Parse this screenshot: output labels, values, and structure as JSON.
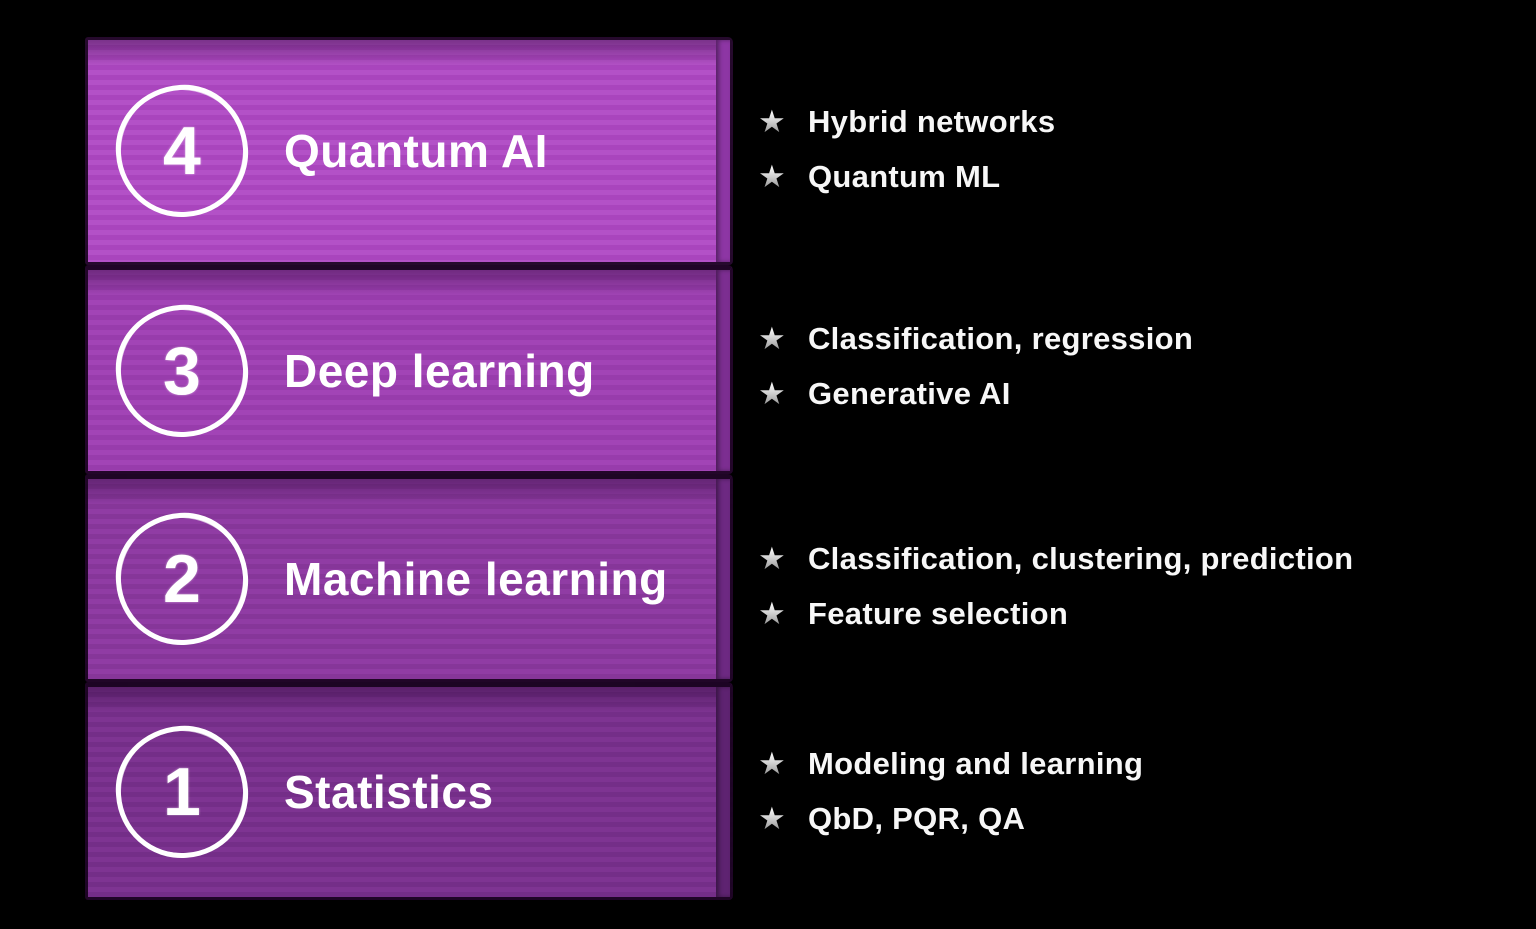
{
  "slide": {
    "background_color": "#000000",
    "text_color": "#ffffff",
    "bullet_glyph": "★",
    "star_color": "#d9d9d9",
    "tiers": [
      {
        "number": "4",
        "title": "Quantum AI",
        "bullets": [
          "Hybrid networks",
          "Quantum ML"
        ],
        "face_color": "#b351c7",
        "stripe_color": "#a945bd",
        "edge_color": "#8d36a4"
      },
      {
        "number": "3",
        "title": "Deep learning",
        "bullets": [
          "Classification, regression",
          "Generative AI"
        ],
        "face_color": "#a244b6",
        "stripe_color": "#983cac",
        "edge_color": "#7c2e91"
      },
      {
        "number": "2",
        "title": "Machine learning",
        "bullets": [
          "Classification, clustering, prediction",
          "Feature selection"
        ],
        "face_color": "#903ca4",
        "stripe_color": "#863699",
        "edge_color": "#6d2982"
      },
      {
        "number": "1",
        "title": "Statistics",
        "bullets": [
          "Modeling and learning",
          "QbD, PQR, QA"
        ],
        "face_color": "#7e3492",
        "stripe_color": "#742e88",
        "edge_color": "#5e2371"
      }
    ]
  }
}
